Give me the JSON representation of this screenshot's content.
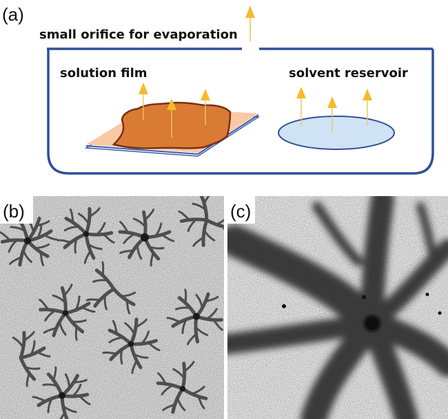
{
  "panel_a": {
    "label": "(a)",
    "orifice_label": "small orifice for evaporation",
    "film_label": "solution film",
    "reservoir_label": "solvent reservoir"
  },
  "panel_b": {
    "label": "(b)"
  },
  "panel_c": {
    "label": "(c)"
  },
  "colors": {
    "container": "#2f4f9a",
    "arrow": "#f6bb2a",
    "arrow_stem": "#f3c45a",
    "substrate": "#f9c9a6",
    "film": "#d97b34",
    "film_edge": "#7a2f12",
    "glass_edge": "#3d5aa8",
    "reservoir": "#cfe3f5",
    "reservoir_edge": "#2f4f9a"
  }
}
